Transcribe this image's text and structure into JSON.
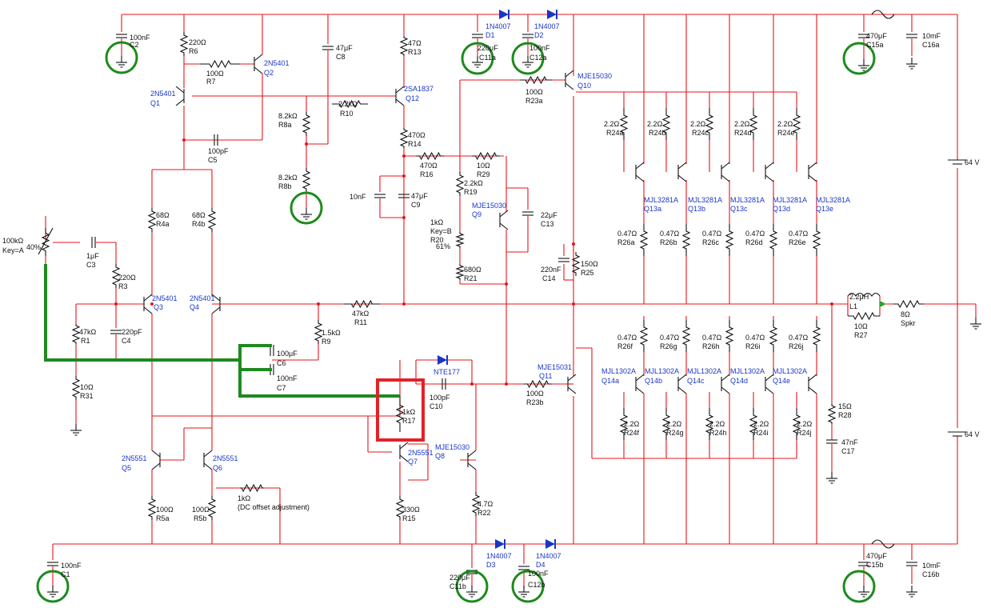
{
  "labels": {
    "C2_v": "100nF",
    "C2_r": "C2",
    "R6_v": "220Ω",
    "R6_r": "R6",
    "R7_v": "100Ω",
    "R7_r": "R7",
    "Q2_t": "2N5401",
    "Q2_r": "Q2",
    "Q1_t": "2N5401",
    "Q1_r": "Q1",
    "C8_v": "47μF",
    "C8_r": "C8",
    "R13_v": "47Ω",
    "R13_r": "R13",
    "Q12_t": "2SA1837",
    "Q12_r": "Q12",
    "R10_v": "2.2kΩ",
    "R10_r": "R10",
    "R8a_v": "8.2kΩ",
    "R8a_r": "R8a",
    "R8b_v": "8.2kΩ",
    "R8b_r": "R8b",
    "C5_v": "100pF",
    "C5_r": "C5",
    "R14_v": "470Ω",
    "R14_r": "R14",
    "R16_v": "470Ω",
    "R16_r": "R16",
    "R29_v": "10Ω",
    "R29_r": "R29",
    "R19_v": "2.2kΩ",
    "R19_r": "R19",
    "C_10n": "10nF",
    "C9_v": "47μF",
    "C9_r": "C9",
    "Q9_t": "MJE15030",
    "Q9_r": "Q9",
    "C13_v": "22μF",
    "C13_r": "C13",
    "R20_v": "1kΩ",
    "R20_k": "Key=B",
    "R20_r": "R20",
    "R20_p": "61%",
    "R21_v": "680Ω",
    "R21_r": "R21",
    "D1_t": "1N4007",
    "D1_r": "D1",
    "D2_t": "1N4007",
    "D2_r": "D2",
    "C11a_v": "220μF",
    "C11a_r": "C11a",
    "C12a_v": "100nF",
    "C12a_r": "C12a",
    "R23a_v": "100Ω",
    "R23a_r": "R23a",
    "Q10_t": "MJE15030",
    "Q10_r": "Q10",
    "C15a_v": "470μF",
    "C15a_r": "C15a",
    "C16a_v": "10mF",
    "C16a_r": "C16a",
    "V1": "64 V",
    "V2": "64 V",
    "R24a_v": "2.2Ω",
    "R24a_r": "R24a",
    "R24b_v": "2.2Ω",
    "R24b_r": "R24b",
    "R24c_v": "2.2Ω",
    "R24c_r": "R24c",
    "R24d_v": "2.2Ω",
    "R24d_r": "R24d",
    "R24e_v": "2.2Ω",
    "R24e_r": "R24e",
    "Q13a_t": "MJL3281A",
    "Q13a_r": "Q13a",
    "Q13b_t": "MJL3281A",
    "Q13b_r": "Q13b",
    "Q13c_t": "MJL3281A",
    "Q13c_r": "Q13c",
    "Q13d_t": "MJL3281A",
    "Q13d_r": "Q13d",
    "Q13e_t": "MJL3281A",
    "Q13e_r": "Q13e",
    "R26a_v": "0.47Ω",
    "R26a_r": "R26a",
    "R26b_v": "0.47Ω",
    "R26b_r": "R26b",
    "R26c_v": "0.47Ω",
    "R26c_r": "R26c",
    "R26d_v": "0.47Ω",
    "R26d_r": "R26d",
    "R26e_v": "0.47Ω",
    "R26e_r": "R26e",
    "R26f_v": "0.47Ω",
    "R26f_r": "R26f",
    "R26g_v": "0.47Ω",
    "R26g_r": "R26g",
    "R26h_v": "0.47Ω",
    "R26h_r": "R26h",
    "R26i_v": "0.47Ω",
    "R26i_r": "R26i",
    "R26j_v": "0.47Ω",
    "R26j_r": "R26j",
    "Q14a_t": "MJL1302A",
    "Q14a_r": "Q14a",
    "Q14b_t": "MJL1302A",
    "Q14b_r": "Q14b",
    "Q14c_t": "MJL1302A",
    "Q14c_r": "Q14c",
    "Q14d_t": "MJL1302A",
    "Q14d_r": "Q14d",
    "Q14e_t": "MJL1302A",
    "Q14e_r": "Q14e",
    "R24f_v": "2.2Ω",
    "R24f_r": "R24f",
    "R24g_v": "2.2Ω",
    "R24g_r": "R24g",
    "R24h_v": "2.2Ω",
    "R24h_r": "R24h",
    "R24i_v": "2.2Ω",
    "R24i_r": "R24i",
    "R24j_v": "2.2Ω",
    "R24j_r": "R24j",
    "R25_v": "150Ω",
    "R25_r": "R25",
    "C14_v": "220nF",
    "C14_r": "C14",
    "L1_v": "2.2μH",
    "L1_r": "L1",
    "R27_v": "10Ω",
    "R27_r": "R27",
    "Spkr_v": "8Ω",
    "Spkr_r": "Spkr",
    "R28_v": "15Ω",
    "R28_r": "R28",
    "C17_v": "47nF",
    "C17_r": "C17",
    "Pot_v": "100kΩ",
    "Pot_k": "Key=A",
    "Pot_p": "40%",
    "C3_v": "1μF",
    "C3_r": "C3",
    "R3_v": "220Ω",
    "R3_r": "R3",
    "Q3_t": "2N5401",
    "Q3_r": "Q3",
    "Q4_t": "2N5401",
    "Q4_r": "Q4",
    "R4a_v": "68Ω",
    "R4a_r": "R4a",
    "R4b_v": "68Ω",
    "R4b_r": "R4b",
    "R1_v": "47kΩ",
    "R1_r": "R1",
    "C4_v": "220pF",
    "C4_r": "C4",
    "R11_v": "47kΩ",
    "R11_r": "R11",
    "R9_v": "1.5kΩ",
    "R9_r": "R9",
    "C6_v": "100μF",
    "C6_r": "C6",
    "C7_v": "100nF",
    "C7_r": "C7",
    "R31_v": "10Ω",
    "R31_r": "R31",
    "NTE177": "NTE177",
    "C10_v": "100pF",
    "C10_r": "C10",
    "R17_v": "1kΩ",
    "R17_r": "R17",
    "Q11_t": "MJE15031",
    "Q11_r": "Q11",
    "R23b_v": "100Ω",
    "R23b_r": "R23b",
    "Q7_t": "2N5551",
    "Q7_r": "Q7",
    "Q8_t": "MJE15030",
    "Q8_r": "Q8",
    "Q5_t": "2N5551",
    "Q5_r": "Q5",
    "Q6_t": "2N5551",
    "Q6_r": "Q6",
    "R_off_v": "1kΩ",
    "R_off_n": "(DC offset adjustment)",
    "R15_v": "330Ω",
    "R15_r": "R15",
    "R22_v": "4.7Ω",
    "R22_r": "R22",
    "R5a_v": "100Ω",
    "R5a_r": "R5a",
    "R5b_v": "100Ω",
    "R5b_r": "R5b",
    "C1_v": "100nF",
    "C1_r": "C1",
    "D3_t": "1N4007",
    "D3_r": "D3",
    "D4_t": "1N4007",
    "D4_r": "D4",
    "C11b_v": "220μF",
    "C11b_r": "C11b",
    "C12b_v": "100nF",
    "C12b_r": "C12b",
    "C15b_v": "470μF",
    "C15b_r": "C15b",
    "C16b_v": "10mF",
    "C16b_r": "C16b"
  }
}
